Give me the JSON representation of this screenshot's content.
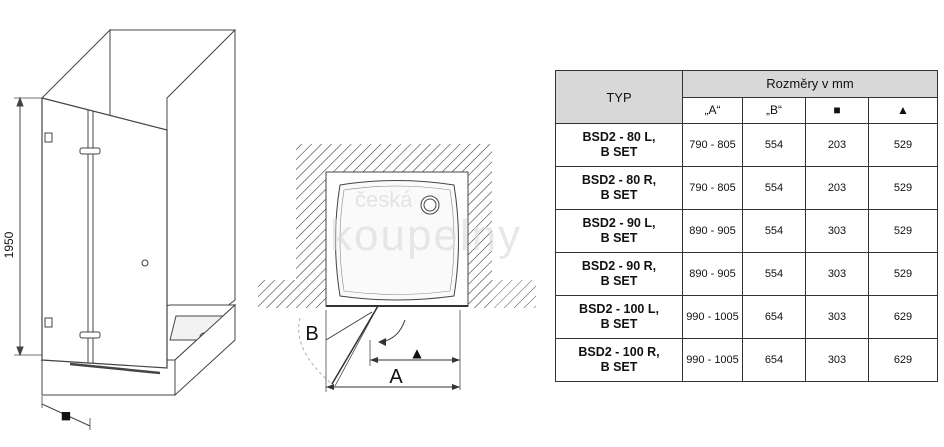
{
  "diagram": {
    "height_label": "1950",
    "width_symbol_3d": "■",
    "plan_label_a": "A",
    "plan_label_b": "B",
    "plan_symbol_triangle": "▲"
  },
  "watermark": {
    "line1": "česká",
    "line2": "koupelny"
  },
  "table": {
    "typ_header": "TYP",
    "dimensions_header": "Rozměry v mm",
    "columns": [
      "„A“",
      "„B“",
      "■",
      "▲"
    ],
    "rows": [
      {
        "typ_line1": "BSD2 - 80 L,",
        "typ_line2": "B SET",
        "a": "790 - 805",
        "b": "554",
        "square": "203",
        "triangle": "529"
      },
      {
        "typ_line1": "BSD2 - 80 R,",
        "typ_line2": "B SET",
        "a": "790 - 805",
        "b": "554",
        "square": "203",
        "triangle": "529"
      },
      {
        "typ_line1": "BSD2 - 90 L,",
        "typ_line2": "B SET",
        "a": "890 - 905",
        "b": "554",
        "square": "303",
        "triangle": "529"
      },
      {
        "typ_line1": "BSD2 - 90 R,",
        "typ_line2": "B SET",
        "a": "890 - 905",
        "b": "554",
        "square": "303",
        "triangle": "529"
      },
      {
        "typ_line1": "BSD2 - 100 L,",
        "typ_line2": "B SET",
        "a": "990 - 1005",
        "b": "654",
        "square": "303",
        "triangle": "629"
      },
      {
        "typ_line1": "BSD2 - 100 R,",
        "typ_line2": "B SET",
        "a": "990 - 1005",
        "b": "654",
        "square": "303",
        "triangle": "629"
      }
    ]
  }
}
